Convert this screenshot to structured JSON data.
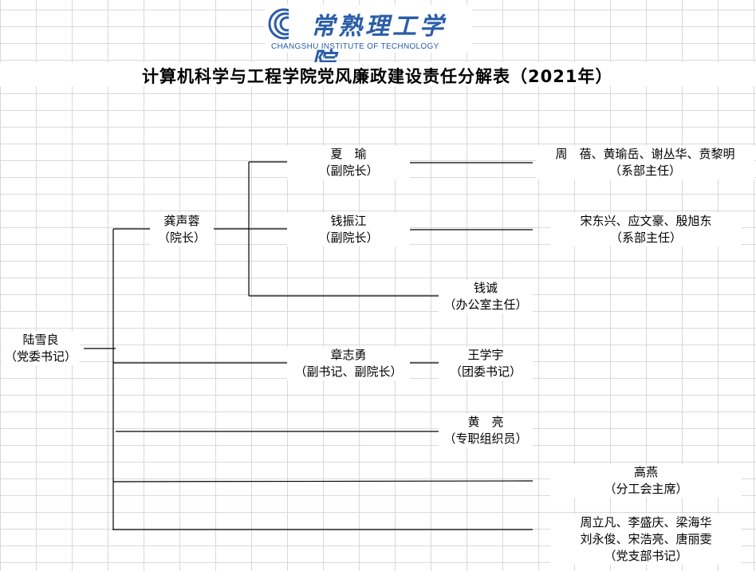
{
  "logo": {
    "name_cn": "常熟理工学院",
    "name_en": "CHANGSHU INSTITUTE OF TECHNOLOGY",
    "ring_color": "#2a5da8"
  },
  "title": "计算机科学与工程学院党风廉政建设责任分解表（2021年）",
  "nodes": {
    "lu": {
      "name": "陆雪良",
      "role": "（党委书记）"
    },
    "gong": {
      "name": "龚声蓉",
      "role": "（院长）"
    },
    "xia": {
      "name": "夏　瑜",
      "role": "（副院长）"
    },
    "qianzj": {
      "name": "钱振江",
      "role": "（副院长）"
    },
    "qiancheng": {
      "name": "钱诚",
      "role": "（办公室主任）"
    },
    "zhang": {
      "name": "章志勇",
      "role": "（副书记、副院长）"
    },
    "wang": {
      "name": "王学宇",
      "role": "（团委书记）"
    },
    "huang": {
      "name": "黄　亮",
      "role": "（专职组织员）"
    },
    "gao": {
      "name": "高燕",
      "role": "（分工会主席）"
    },
    "dept1": {
      "name": "周　蓓、黄瑜岳、谢丛华、贲黎明",
      "role": "（系部主任）"
    },
    "dept2": {
      "name": "宋东兴、应文豪、殷旭东",
      "role": "（系部主任）"
    },
    "branch": {
      "line1": "周立凡、李盛庆、梁海华",
      "line2": "刘永俊、宋浩亮、唐丽雯",
      "role": "（党支部书记）"
    }
  }
}
